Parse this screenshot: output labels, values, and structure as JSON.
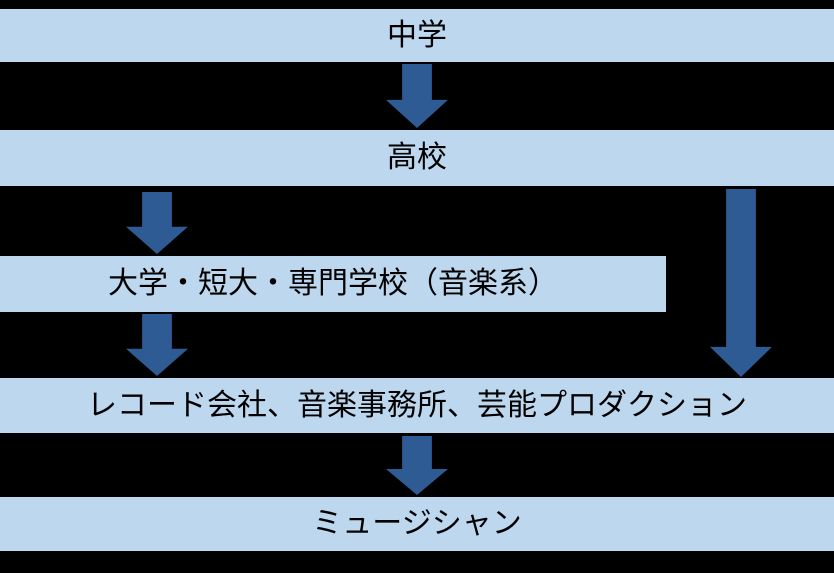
{
  "colors": {
    "background": "#000000",
    "band_bg": "#BDD7EE",
    "arrow": "#2F5B95",
    "text": "#000000"
  },
  "flowchart": {
    "nodes": [
      {
        "id": "middle-school",
        "label": "中学"
      },
      {
        "id": "high-school",
        "label": "高校"
      },
      {
        "id": "college",
        "label": "大学・短大・専門学校（音楽系）"
      },
      {
        "id": "industry",
        "label": "レコード会社、音楽事務所、芸能プロダクション"
      },
      {
        "id": "musician",
        "label": "ミュージシャン"
      }
    ],
    "edges": [
      {
        "from": "middle-school",
        "to": "high-school"
      },
      {
        "from": "high-school",
        "to": "college"
      },
      {
        "from": "high-school",
        "to": "industry"
      },
      {
        "from": "college",
        "to": "industry"
      },
      {
        "from": "industry",
        "to": "musician"
      }
    ]
  }
}
